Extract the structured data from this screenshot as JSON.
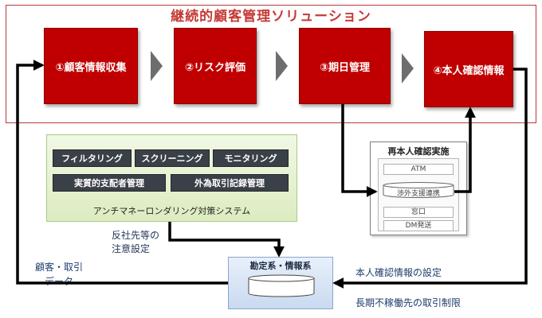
{
  "title": "継続的顧客管理ソリューション",
  "steps": [
    {
      "label": "①顧客情報収集"
    },
    {
      "label": "②リスク評価"
    },
    {
      "label": "③期日管理"
    },
    {
      "label": "④本人確認情報"
    }
  ],
  "aml": {
    "buttons": [
      "フィルタリング",
      "スクリーニング",
      "モニタリング",
      "実質的支配者管理",
      "外為取引記録管理"
    ],
    "caption": "アンチマネーロンダリング対策システム"
  },
  "recheck": {
    "title": "再本人確認実施",
    "items": [
      "ATM",
      "渉外支援連携",
      "窓口",
      "DM発送"
    ]
  },
  "accounting": {
    "title": "勘定系・情報系"
  },
  "labels": {
    "antisocial_line1": "反社先等の",
    "antisocial_line2": "注意設定",
    "customer_data_line1": "顧客・取引",
    "customer_data_line2": "データ",
    "id_info_setting": "本人確認情報の設定",
    "dormant_restriction": "長期不稼働先の取引制限"
  },
  "colors": {
    "step_red": "#c00000",
    "frame_red": "#b43a3a",
    "aml_button": "#3a4048",
    "aml_panel": "#dcecc0",
    "accounting_blue": "#c9daf0"
  }
}
